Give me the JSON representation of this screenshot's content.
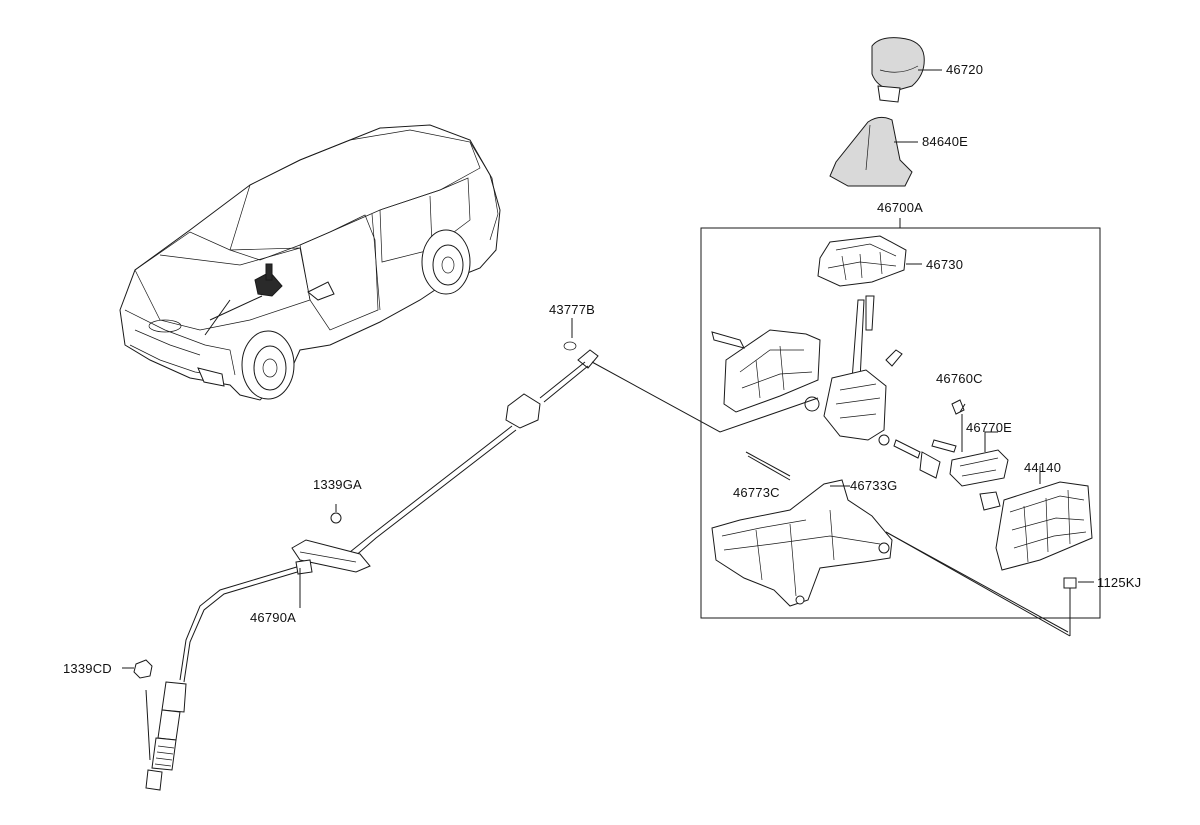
{
  "diagram": {
    "labels": {
      "p46720": "46720",
      "p84640E": "84640E",
      "p46700A": "46700A",
      "p46730": "46730",
      "p43777B": "43777B",
      "p46760C": "46760C",
      "p46770E": "46770E",
      "p44140": "44140",
      "p46773C": "46773C",
      "p46733G": "46733G",
      "p1339GA": "1339GA",
      "p46790A": "46790A",
      "p1125KJ": "1125KJ",
      "p1339CD": "1339CD"
    },
    "colors": {
      "line": "#1a1a1a",
      "part_fill": "#ffffff",
      "shade_fill": "#d9d9d9",
      "background": "#ffffff"
    }
  }
}
